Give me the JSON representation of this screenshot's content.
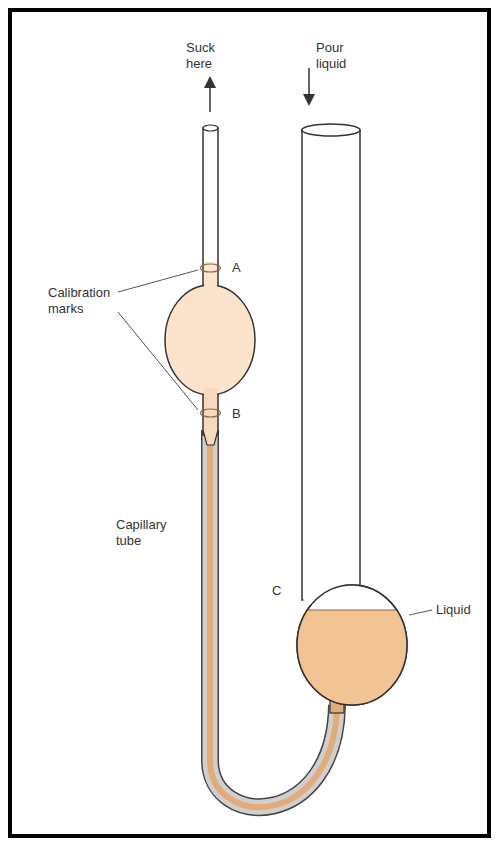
{
  "diagram": {
    "labels": [
      "Suck here",
      "Pour liquid",
      "A",
      "Calibration marks",
      "B",
      "Capillary tube",
      "C",
      "Liquid"
    ]
  }
}
